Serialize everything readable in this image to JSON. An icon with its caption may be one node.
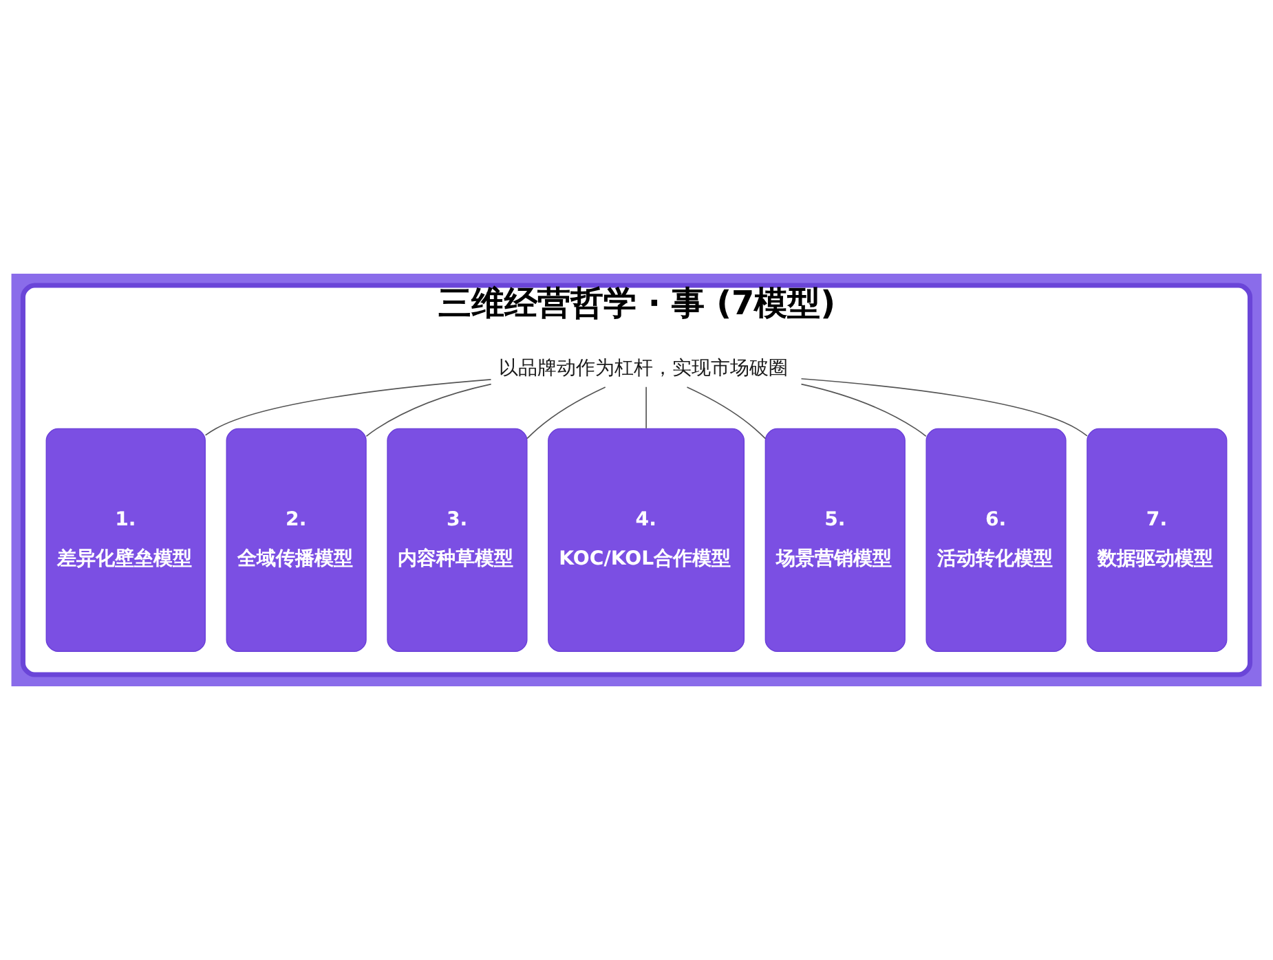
{
  "diagram": {
    "nodes": [
      {
        "text": [
          "三维经营哲学 · 事 (7模型)"
        ]
      },
      {
        "text": [
          "以品牌动作为杠杆，实现市场破圈"
        ],
        "in": 0
      },
      {
        "text": [
          "1.",
          "差异化壁垒模型"
        ],
        "in": 0
      },
      {
        "text": [
          "2.",
          "全域传播模型"
        ],
        "in": 0
      },
      {
        "text": [
          "3.",
          "内容种草模型"
        ],
        "in": 0
      },
      {
        "text": [
          "4.",
          "KOC/KOL合作模型"
        ],
        "in": 0
      },
      {
        "text": [
          "5.",
          "场景营销模型"
        ],
        "in": 0
      },
      {
        "text": [
          "6.",
          "活动转化模型"
        ],
        "in": 0
      },
      {
        "text": [
          "7.",
          "数据驱动模型"
        ],
        "in": 0
      }
    ],
    "edges": [
      {
        "from": 1,
        "to": 2,
        "arrow": "none"
      },
      {
        "from": 1,
        "to": 3,
        "arrow": "none"
      },
      {
        "from": 1,
        "to": 4,
        "arrow": "none"
      },
      {
        "from": 1,
        "to": 5,
        "arrow": "none"
      },
      {
        "from": 1,
        "to": 6,
        "arrow": "none"
      },
      {
        "from": 1,
        "to": 7,
        "arrow": "none"
      },
      {
        "from": 1,
        "to": 8,
        "arrow": "none"
      }
    ]
  }
}
